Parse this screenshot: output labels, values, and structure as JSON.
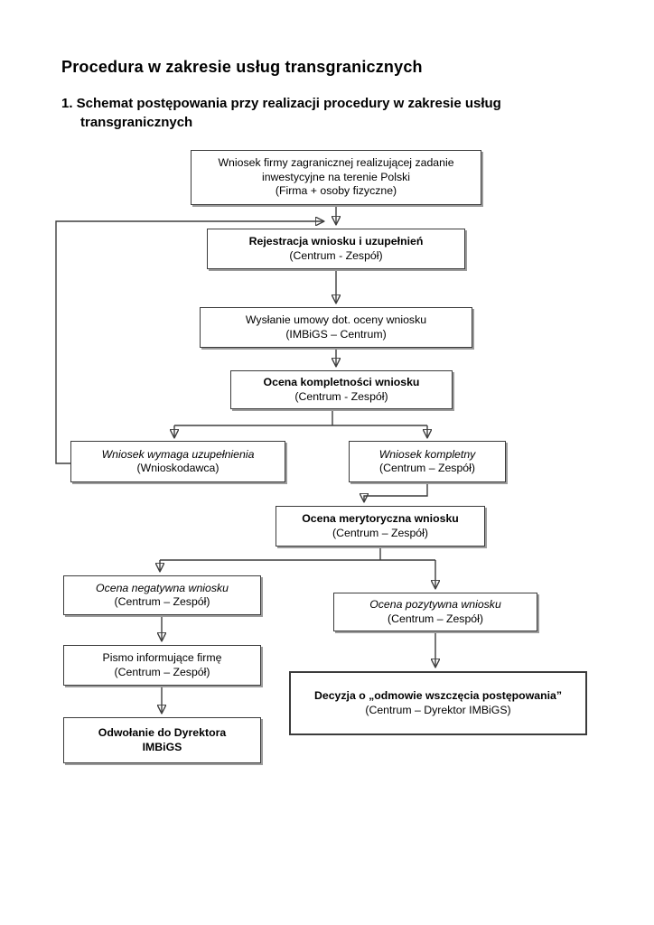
{
  "page": {
    "title": "Procedura w zakresie usług transgranicznych",
    "heading_line1": "1. Schemat postępowania przy realizacji procedury w zakresie usług",
    "heading_line2": "transgranicznych"
  },
  "colors": {
    "background": "#ffffff",
    "text": "#000000",
    "box_border": "#3b3b3b",
    "box_shadow": "#9b9b9b",
    "connector": "#3d3d3d"
  },
  "flowchart": {
    "nodes": {
      "application": {
        "lines": [
          "Wniosek firmy zagranicznej realizującej zadanie",
          "inwestycyjne na terenie Polski",
          "(Firma + osoby fizyczne)"
        ]
      },
      "registration": {
        "lines": [
          "Rejestracja wniosku i uzupełnień",
          "(Centrum - Zespół)"
        ]
      },
      "agreement_sending": {
        "lines": [
          "Wysłanie umowy dot. oceny wniosku",
          "(IMBiGS – Centrum)"
        ]
      },
      "completeness_check": {
        "lines": [
          "Ocena kompletności wniosku",
          "(Centrum - Zespół)"
        ]
      },
      "needs_supplement": {
        "lines": [
          "Wniosek wymaga uzupełnienia",
          "(Wnioskodawca)"
        ]
      },
      "complete_application": {
        "lines": [
          "Wniosek kompletny",
          "(Centrum – Zespół)"
        ]
      },
      "merit_assessment": {
        "lines": [
          "Ocena merytoryczna wniosku",
          "(Centrum – Zespół)"
        ]
      },
      "negative_assessment": {
        "lines": [
          "Ocena negatywna wniosku",
          "(Centrum – Zespół)"
        ]
      },
      "positive_assessment": {
        "lines": [
          "Ocena pozytywna wniosku",
          "(Centrum – Zespół)"
        ]
      },
      "info_letter": {
        "lines": [
          "Pismo informujące firmę",
          "(Centrum – Zespół)"
        ]
      },
      "appeal": {
        "lines": [
          "Odwołanie do Dyrektora",
          "IMBiGS"
        ]
      },
      "refusal_decision": {
        "lines": [
          "Decyzja o „odmowie wszczęcia postępowania”",
          "(Centrum – Dyrektor IMBiGS)"
        ]
      }
    },
    "edges": [
      {
        "from": "application",
        "to": "registration"
      },
      {
        "from": "needs_supplement",
        "to": "registration"
      },
      {
        "from": "registration",
        "to": "agreement_sending"
      },
      {
        "from": "agreement_sending",
        "to": "completeness_check"
      },
      {
        "from": "completeness_check",
        "to": "needs_supplement"
      },
      {
        "from": "completeness_check",
        "to": "complete_application"
      },
      {
        "from": "complete_application",
        "to": "merit_assessment"
      },
      {
        "from": "merit_assessment",
        "to": "negative_assessment"
      },
      {
        "from": "merit_assessment",
        "to": "positive_assessment"
      },
      {
        "from": "negative_assessment",
        "to": "info_letter"
      },
      {
        "from": "info_letter",
        "to": "appeal"
      },
      {
        "from": "positive_assessment",
        "to": "refusal_decision"
      }
    ]
  }
}
